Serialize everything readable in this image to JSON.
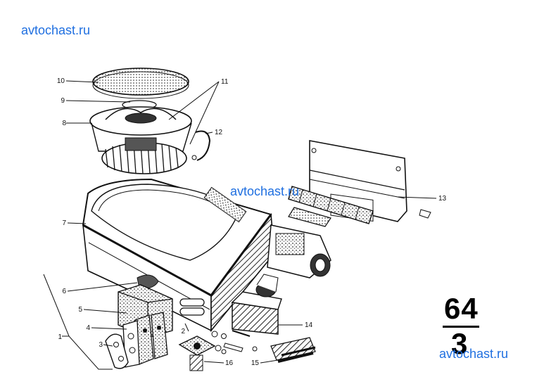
{
  "watermarks": {
    "top_left": "avtochast.ru",
    "center": "avtochast.ru",
    "bottom_right": "avtochast.ru"
  },
  "sheet_number": {
    "group": "64",
    "sub": "3"
  },
  "callouts": [
    "1",
    "2",
    "3",
    "4",
    "5",
    "6",
    "7",
    "8",
    "9",
    "10",
    "11",
    "12",
    "13",
    "14",
    "15",
    "16"
  ],
  "colors": {
    "line": "#111111",
    "watermark": "#1f6fe0",
    "background": "#ffffff"
  }
}
